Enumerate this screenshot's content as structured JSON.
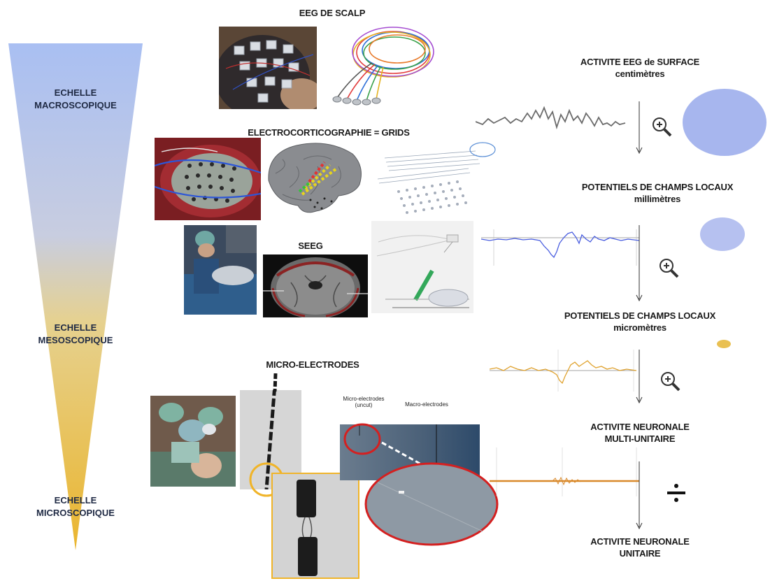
{
  "scales": {
    "macro": [
      "ECHELLE",
      "MACROSCOPIQUE"
    ],
    "meso": [
      "ECHELLE",
      "MESOSCOPIQUE"
    ],
    "micro": [
      "ECHELLE",
      "MICROSCOPIQUE"
    ]
  },
  "techniques": {
    "scalp": "EEG DE SCALP",
    "ecog": "ELECTROCORTICOGRAPHIE = GRIDS",
    "seeg": "SEEG",
    "micro": "MICRO-ELECTRODES",
    "micro_note": "Micro-electrodes (uncut)",
    "macro_note": "Macro-electrodes"
  },
  "signals": {
    "eeg": [
      "ACTIVITE EEG de SURFACE",
      "centimètres"
    ],
    "lfp_mm": [
      "POTENTIELS DE CHAMPS LOCAUX",
      "millimètres"
    ],
    "lfp_um": [
      "POTENTIELS DE CHAMPS LOCAUX",
      "micromètres"
    ],
    "mua": [
      "ACTIVITE NEURONALE",
      "MULTI-UNITAIRE"
    ],
    "sua": [
      "ACTIVITE NEURONALE",
      "UNITAIRE"
    ]
  },
  "icons": [
    "zoom-in-icon",
    "zoom-in-icon",
    "zoom-in-icon",
    "division-icon"
  ],
  "colors": {
    "macro": "#a9bff2",
    "meso": "#e8cf86",
    "micro": "#e9b733",
    "eeg_trace": "#6b6b6b",
    "lfp_trace": "#4b5fe0",
    "lfp_um_trace": "#e0a330",
    "mua_trace": "#d9892a",
    "circle_ring": "#d42020",
    "circle_yellow": "#f0b429"
  }
}
